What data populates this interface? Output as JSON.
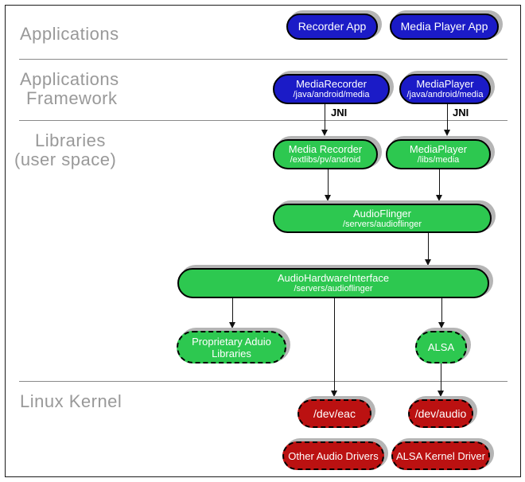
{
  "sections": [
    {
      "name": "applications",
      "lines": [
        "Applications"
      ]
    },
    {
      "name": "applications-framework",
      "lines": [
        "Applications",
        "Framework"
      ]
    },
    {
      "name": "libraries-user-space",
      "lines": [
        "Libraries",
        "(user space)"
      ]
    },
    {
      "name": "linux-kernel",
      "lines": [
        "Linux Kernel"
      ]
    }
  ],
  "nodes": {
    "recorder_app": {
      "label": "Recorder App"
    },
    "media_player_app": {
      "label": "Media Player App"
    },
    "media_recorder_framework": {
      "label": "MediaRecorder",
      "path": "/java/android/media"
    },
    "media_player_framework": {
      "label": "MediaPlayer",
      "path": "/java/android/media"
    },
    "media_recorder_lib": {
      "label": "Media Recorder",
      "path": "/extlibs/pv/android"
    },
    "media_player_lib": {
      "label": "MediaPlayer",
      "path": "/libs/media"
    },
    "audioflinger": {
      "label": "AudioFlinger",
      "path": "/servers/audioflinger"
    },
    "audio_hardware_interface": {
      "label": "AudioHardwareInterface",
      "path": "/servers/audioflinger"
    },
    "proprietary_audio_libraries": {
      "line1": "Proprietary Aduio",
      "line2": "Libraries"
    },
    "alsa": {
      "label": "ALSA"
    },
    "dev_eac": {
      "label": "/dev/eac"
    },
    "dev_audio": {
      "label": "/dev/audio"
    },
    "other_audio_drivers": {
      "label": "Other Audio Drivers"
    },
    "alsa_kernel_driver": {
      "label": "ALSA Kernel Driver"
    }
  },
  "edge_labels": {
    "jni": "JNI"
  },
  "colors": {
    "application_node": "#1B1BC7",
    "userspace_node": "#2DC850",
    "kernel_node": "#BB1111",
    "section_label": "#999999",
    "node_shadow": "#B5B5B5",
    "node_text": "#FFFFFF"
  }
}
